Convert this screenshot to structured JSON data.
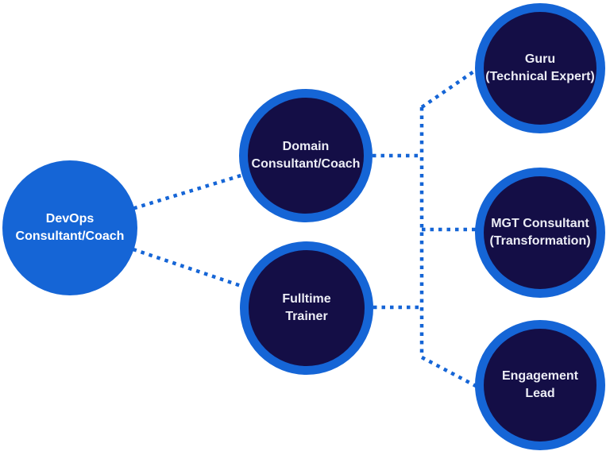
{
  "diagram": {
    "type": "org-chart",
    "line_style": "dotted",
    "colors": {
      "accent_blue": "#1565d6",
      "node_fill_dark": "#140e46",
      "node_text_light": "#ECEDF5",
      "root_node_fill": "#1565d6",
      "root_text": "#FFFFFF",
      "background": "#FFFFFF"
    },
    "nodes": {
      "devops": {
        "line1": "DevOps",
        "line2": "Consultant/Coach"
      },
      "domain": {
        "line1": "Domain",
        "line2": "Consultant/Coach"
      },
      "fulltime": {
        "line1": "Fulltime",
        "line2": "Trainer"
      },
      "guru": {
        "line1": "Guru",
        "line2": "(Technical Expert)"
      },
      "mgt": {
        "line1": "MGT Consultant",
        "line2": "(Transformation)"
      },
      "engagement": {
        "line1": "Engagement",
        "line2": "Lead"
      }
    },
    "edges": [
      {
        "from": "DevOps Consultant/Coach",
        "to": "Domain Consultant/Coach"
      },
      {
        "from": "DevOps Consultant/Coach",
        "to": "Fulltime Trainer"
      },
      {
        "from": "Domain Consultant/Coach",
        "to": "junction-trunk"
      },
      {
        "from": "Fulltime Trainer",
        "to": "junction-trunk"
      },
      {
        "from": "junction-trunk",
        "to": "Guru (Technical Expert)"
      },
      {
        "from": "junction-trunk",
        "to": "MGT Consultant (Transformation)"
      },
      {
        "from": "junction-trunk",
        "to": "Engagement Lead"
      }
    ]
  }
}
